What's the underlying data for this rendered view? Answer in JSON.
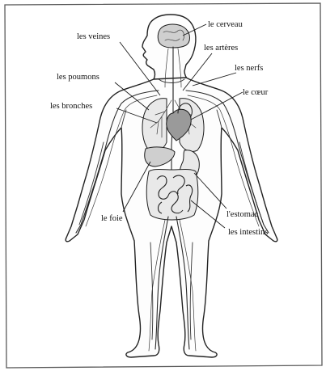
{
  "labels": {
    "cerveau": "le cerveau",
    "veines": "les veines",
    "arteres": "les artères",
    "nerfs": "les nerfs",
    "poumons": "les poumons",
    "coeur": "le cœur",
    "bronches": "les bronches",
    "foie": "le foie",
    "estomac": "l'estomac",
    "intestins": "les intestins"
  },
  "colors": {
    "ink": "#1a1a1a",
    "paper": "#ffffff"
  }
}
